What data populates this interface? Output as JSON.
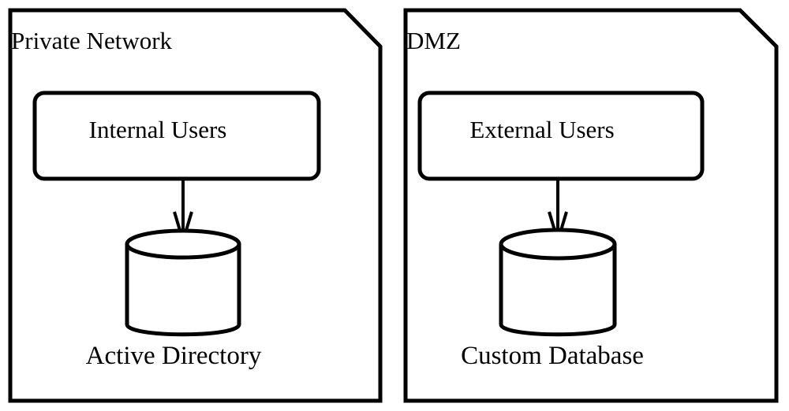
{
  "diagram": {
    "type": "uml-deployment-diagram",
    "background_color": "#ffffff",
    "stroke_color": "#000000",
    "packages": [
      {
        "id": "private-network",
        "title": "Private Network",
        "node": {
          "id": "internal-users",
          "label": "Internal Users",
          "shape": "rounded-rectangle"
        },
        "datastore": {
          "id": "active-directory",
          "label": "Active Directory",
          "shape": "cylinder"
        },
        "edge": {
          "from": "Internal Users",
          "to": "Active Directory",
          "arrow": "open-arrow-down",
          "label": ""
        }
      },
      {
        "id": "dmz",
        "title": "DMZ",
        "node": {
          "id": "external-users",
          "label": "External Users",
          "shape": "rounded-rectangle"
        },
        "datastore": {
          "id": "custom-database",
          "label": "Custom Database",
          "shape": "cylinder"
        },
        "edge": {
          "from": "External Users",
          "to": "Custom Database",
          "arrow": "open-arrow-down",
          "label": ""
        }
      }
    ]
  }
}
